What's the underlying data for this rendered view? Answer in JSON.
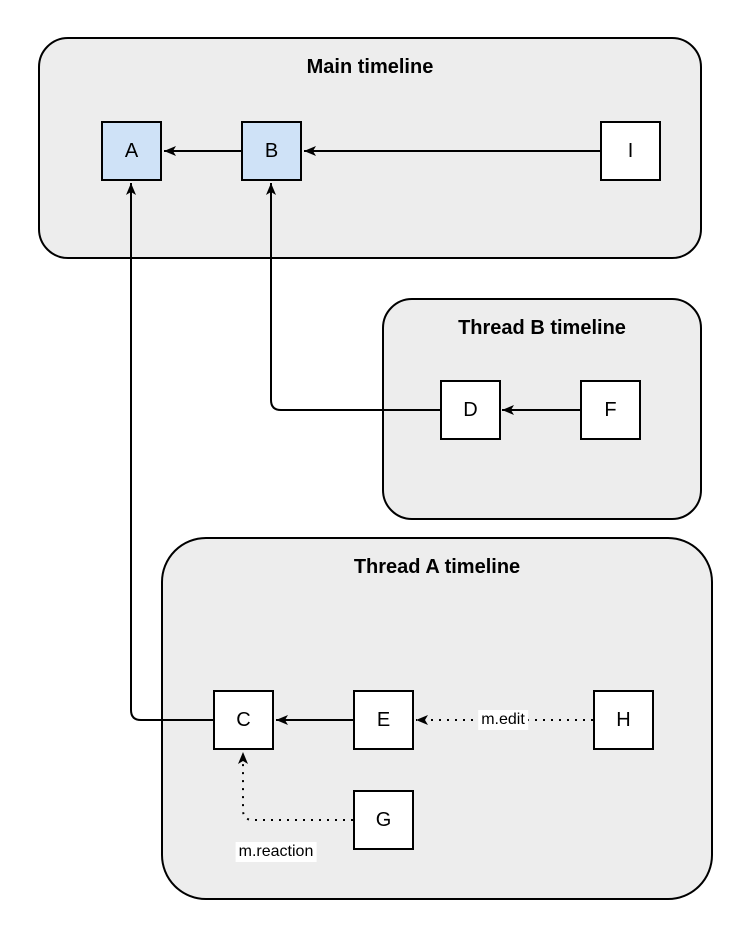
{
  "diagram": {
    "containers": [
      {
        "id": "main",
        "title": "Main timeline"
      },
      {
        "id": "thread-b",
        "title": "Thread B timeline"
      },
      {
        "id": "thread-a",
        "title": "Thread A timeline"
      }
    ],
    "nodes": [
      {
        "id": "A",
        "label": "A",
        "timeline": "main",
        "highlighted": true
      },
      {
        "id": "B",
        "label": "B",
        "timeline": "main",
        "highlighted": true
      },
      {
        "id": "I",
        "label": "I",
        "timeline": "main",
        "highlighted": false
      },
      {
        "id": "D",
        "label": "D",
        "timeline": "thread-b",
        "highlighted": false
      },
      {
        "id": "F",
        "label": "F",
        "timeline": "thread-b",
        "highlighted": false
      },
      {
        "id": "C",
        "label": "C",
        "timeline": "thread-a",
        "highlighted": false
      },
      {
        "id": "E",
        "label": "E",
        "timeline": "thread-a",
        "highlighted": false
      },
      {
        "id": "H",
        "label": "H",
        "timeline": "thread-a",
        "highlighted": false
      },
      {
        "id": "G",
        "label": "G",
        "timeline": "thread-a",
        "highlighted": false
      }
    ],
    "edges": [
      {
        "from": "B",
        "to": "A",
        "style": "solid",
        "label": ""
      },
      {
        "from": "I",
        "to": "B",
        "style": "solid",
        "label": ""
      },
      {
        "from": "F",
        "to": "D",
        "style": "solid",
        "label": ""
      },
      {
        "from": "D",
        "to": "B",
        "style": "solid",
        "label": ""
      },
      {
        "from": "E",
        "to": "C",
        "style": "solid",
        "label": ""
      },
      {
        "from": "H",
        "to": "E",
        "style": "dotted",
        "label": "m.edit"
      },
      {
        "from": "G",
        "to": "C",
        "style": "dotted",
        "label": "m.reaction"
      },
      {
        "from": "C",
        "to": "A",
        "style": "solid",
        "label": ""
      }
    ],
    "colors": {
      "canvas_bg": "#ffffff",
      "container_fill": "#ededed",
      "container_stroke": "#000000",
      "node_fill": "#ffffff",
      "node_highlight_fill": "#cfe2f7",
      "node_stroke": "#000000",
      "edge_color": "#000000",
      "label_bg": "#ffffff"
    }
  }
}
